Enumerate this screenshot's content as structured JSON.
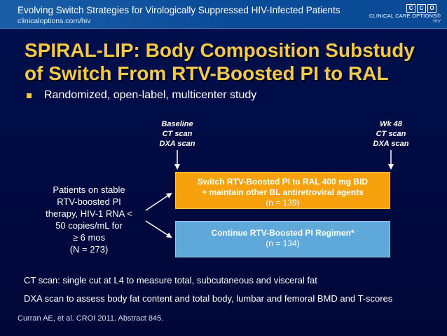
{
  "header": {
    "title": "Evolving Switch Strategies for Virologically Suppressed HIV-Infected Patients",
    "url": "clinicaloptions.com/hiv",
    "logo": {
      "letters": [
        "C",
        "C",
        "O"
      ],
      "name": "CLINICAL CARE OPTIONS®",
      "sub": "HIV"
    }
  },
  "slide": {
    "title_line1": "SPIRAL-LIP: Body Composition Substudy",
    "title_line2": "of Switch From RTV-Boosted PI to RAL",
    "bullet": "Randomized, open-label, multicenter study"
  },
  "diagram": {
    "timepoints": [
      {
        "lines": [
          "Baseline",
          "CT scan",
          "DXA scan"
        ]
      },
      {
        "lines": [
          "Wk 48",
          "CT scan",
          "DXA scan"
        ]
      }
    ],
    "population": {
      "lines": [
        "Patients on stable",
        "RTV-boosted PI",
        "therapy, HIV-1 RNA <",
        "50 copies/mL for",
        "≥ 6 mos",
        "(N = 273)"
      ]
    },
    "arms": [
      {
        "line1": "Switch RTV-Boosted PI to RAL 400 mg BID",
        "line2": "+ maintain other BL antiretroviral agents",
        "n": "(n = 139)",
        "color": "#f7a10d"
      },
      {
        "line1": "Continue RTV-Boosted PI Regimen*",
        "n": "(n = 134)",
        "color": "#5ea9d9"
      }
    ]
  },
  "notes": {
    "ct": "CT scan: single cut at L4 to measure total, subcutaneous and visceral fat",
    "dxa": "DXA scan to assess body fat content and total body, lumbar and femoral BMD and T-scores"
  },
  "citation": "Curran AE, et al. CROI 2011. Abstract 845.",
  "colors": {
    "background": "#00093f",
    "title": "#f2c94a",
    "header_bar": "#0b4c99"
  }
}
